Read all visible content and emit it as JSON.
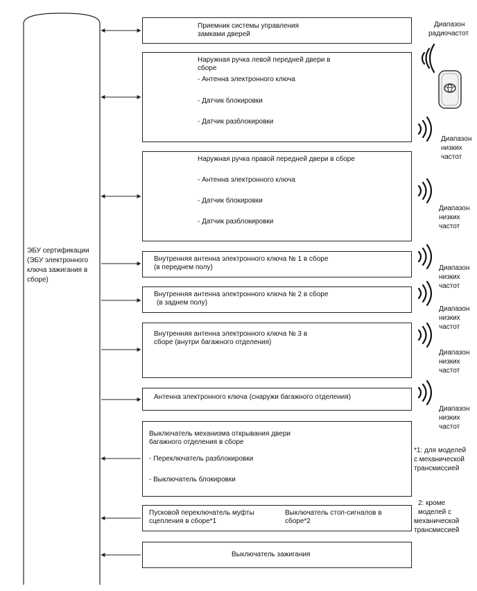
{
  "ecu": {
    "line1": "ЭБУ сертификации",
    "line2": "(ЭБУ электронного",
    "line3": "ключа зажигания в",
    "line4": "сборе)"
  },
  "boxes": {
    "door_lock_receiver": {
      "line1": "Приемник системы управления",
      "line2": "замками дверей"
    },
    "left_handle": {
      "line1": "Наружная ручка левой передней двери в",
      "line2": "сборе",
      "antenna": "- Антенна электронного ключа",
      "lock_sensor": "- Датчик блокировки",
      "unlock_sensor": "- Датчик разблокировки"
    },
    "right_handle": {
      "line1": "Наружная ручка правой передней двери в сборе",
      "antenna": "- Антенна электронного ключа",
      "lock_sensor": "- Датчик блокировки",
      "unlock_sensor": "- Датчик разблокировки"
    },
    "antenna_1": {
      "line1": "Внутренняя антенна электронного ключа № 1 в сборе",
      "line2": "(в переднем полу)"
    },
    "antenna_2": {
      "line1": "Внутренняя антенна электронного ключа № 2 в сборе",
      "line2": "(в заднем полу)"
    },
    "antenna_3": {
      "line1": "Внутренняя антенна электронного ключа № 3 в",
      "line2": "сборе (внутри багажного отделения)"
    },
    "antenna_outside": {
      "line1": "Антенна электронного ключа (снаружи багажного отделения)"
    },
    "trunk_switch": {
      "line1": "Выключатель механизма открывания двери",
      "line2": "багажного отделения в сборе",
      "unlock_switch": "- Переключатель разблокировки",
      "lock_switch": "- Выключатель блокировки"
    },
    "clutch_switch": {
      "line1": "Пусковой переключатель муфты",
      "line2": "сцепления в сборе*1"
    },
    "stop_switch": {
      "line1": "Выключатель стоп-сигналов в",
      "line2": "сборе*2"
    },
    "ignition_switch": {
      "line1": "Выключатель зажигания"
    }
  },
  "signals": {
    "rf": {
      "line1": "Диапазон",
      "line2": "радиочастот"
    },
    "lf": {
      "line1": "Диапазон",
      "line2": "низких",
      "line3": "частот"
    }
  },
  "notes": {
    "note1": {
      "line1": "*1: для моделей",
      "line2": "с механической",
      "line3": "трансмиссией"
    },
    "note2": {
      "line1": "2: кроме",
      "line2": "моделей с",
      "line3": "механической",
      "line4": "трансмиссией"
    }
  },
  "icons": [
    "smart-key-icon",
    "radio-wave-icon"
  ],
  "colors": {
    "line": "#222222",
    "background": "#ffffff"
  }
}
